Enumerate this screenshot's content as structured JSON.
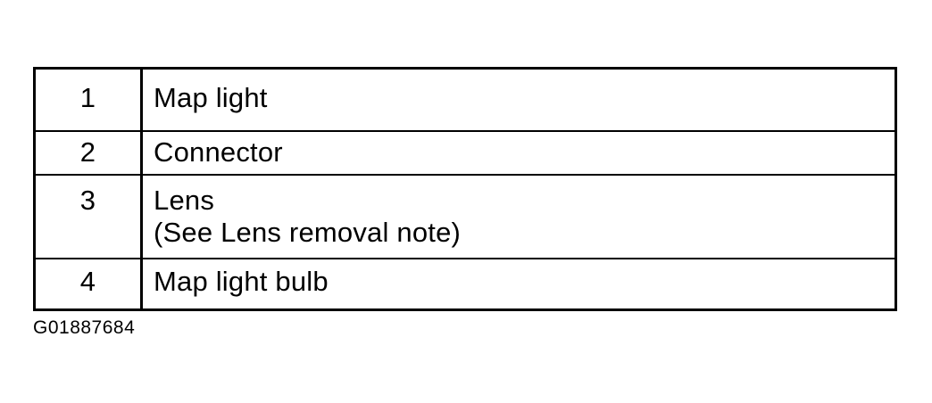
{
  "legend": {
    "rows": [
      {
        "number": "1",
        "lines": [
          "Map light"
        ]
      },
      {
        "number": "2",
        "lines": [
          "Connector"
        ]
      },
      {
        "number": "3",
        "lines": [
          "Lens",
          "(See Lens removal note)"
        ]
      },
      {
        "number": "4",
        "lines": [
          "Map light bulb"
        ]
      }
    ]
  },
  "figure": {
    "id": "G01887684"
  }
}
